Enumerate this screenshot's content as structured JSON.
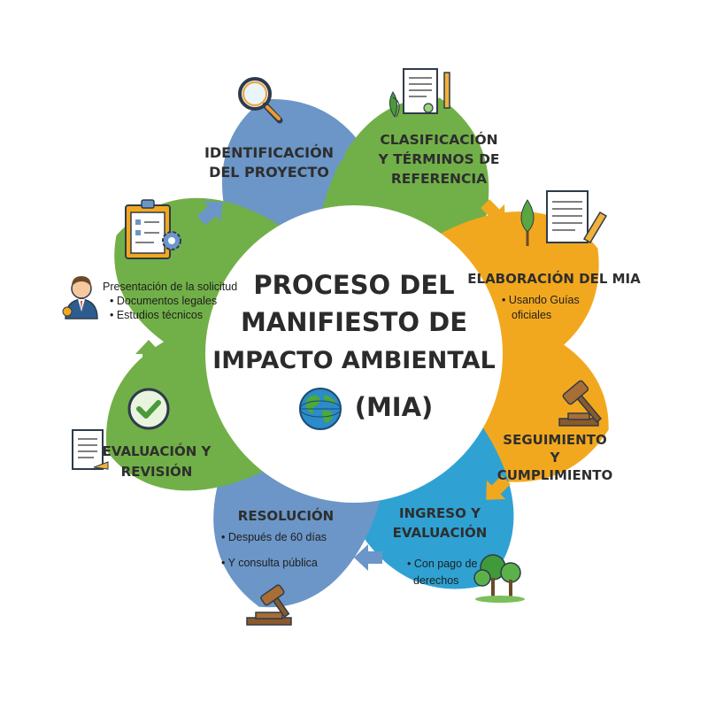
{
  "center": {
    "title_lines": [
      "PROCESO DEL",
      "MANIFIESTO DE",
      "IMPACTO AMBIENTAL",
      "(MIA)"
    ]
  },
  "steps": [
    {
      "id": "identificacion",
      "title_lines": [
        "IDENTIFICACIÓN",
        "DEL PROYECTO"
      ],
      "notes": [],
      "color": "#6b96c7"
    },
    {
      "id": "clasificacion",
      "title_lines": [
        "CLASIFICACIÓN",
        "Y TÉRMINOS DE",
        "REFERENCIA"
      ],
      "notes": [],
      "color": "#71b048"
    },
    {
      "id": "elaboracion",
      "title_lines": [
        "ELABORACIÓN DEL MIA"
      ],
      "notes": [
        "• Usando Guías",
        "oficiales"
      ],
      "color": "#f2a81e"
    },
    {
      "id": "seguimiento",
      "title_lines": [
        "SEGUIMIENTO",
        "Y",
        "CUMPLIMIENTO"
      ],
      "notes": [],
      "color": "#f2a81e"
    },
    {
      "id": "ingreso",
      "title_lines": [
        "INGRESO Y",
        "EVALUACIÓN"
      ],
      "notes": [
        "• Con pago de",
        "derechos"
      ],
      "color": "#2fa2d3"
    },
    {
      "id": "resolucion",
      "title_lines": [
        "RESOLUCIÓN"
      ],
      "notes": [
        "• Después de 60 días",
        "• Y consulta pública"
      ],
      "color": "#6b96c7"
    },
    {
      "id": "evaluacion",
      "title_lines": [
        "EVALUACIÓN Y",
        "REVISIÓN"
      ],
      "notes": [],
      "color": "#71b048"
    },
    {
      "id": "presentacion",
      "title_lines": [],
      "notes": [
        "Presentación de la solicitud",
        "• Documentos legales",
        "• Estudios técnicos"
      ],
      "color": "#71b048"
    }
  ],
  "colors": {
    "arrow": "#6b96c7",
    "arrow_orange": "#f2a81e",
    "arrow_green": "#71b048",
    "center_fill": "#ffffff"
  },
  "icons": [
    "magnifier-icon",
    "document-plant-icon",
    "document-pencil-icon",
    "gavel-icon",
    "trees-icon",
    "gavel-icon",
    "document-icon",
    "checkmark-icon",
    "clipboard-gear-icon",
    "person-icon",
    "globe-icon"
  ]
}
